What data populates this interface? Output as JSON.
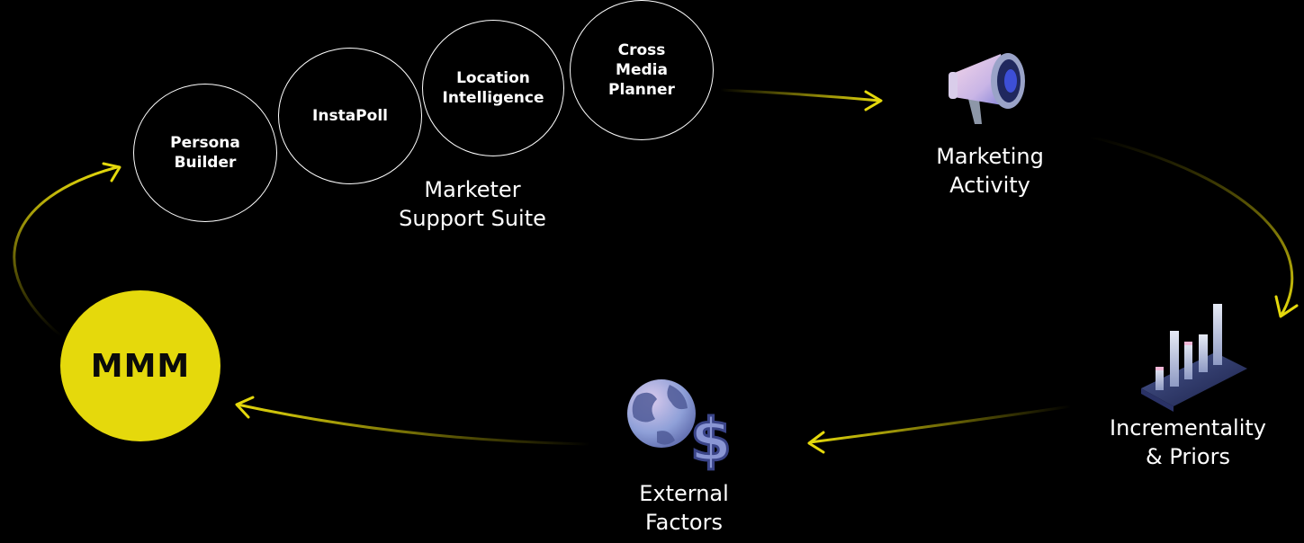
{
  "colors": {
    "background": "#000000",
    "accent": "#e5d90c",
    "text": "#ffffff"
  },
  "support_tools": [
    {
      "label": "Persona\nBuilder"
    },
    {
      "label": "InstaPoll"
    },
    {
      "label": "Location\nIntelligence"
    },
    {
      "label": "Cross\nMedia\nPlanner"
    }
  ],
  "suite_label": "Marketer\nSupport Suite",
  "nodes": {
    "marketing_activity": {
      "label": "Marketing\nActivity",
      "icon": "megaphone-icon"
    },
    "incrementality": {
      "label": "Incrementality\n& Priors",
      "icon": "bar-chart-icon"
    },
    "external_factors": {
      "label": "External\nFactors",
      "icon": "globe-dollar-icon"
    },
    "mmm": {
      "label": "MMM"
    }
  }
}
